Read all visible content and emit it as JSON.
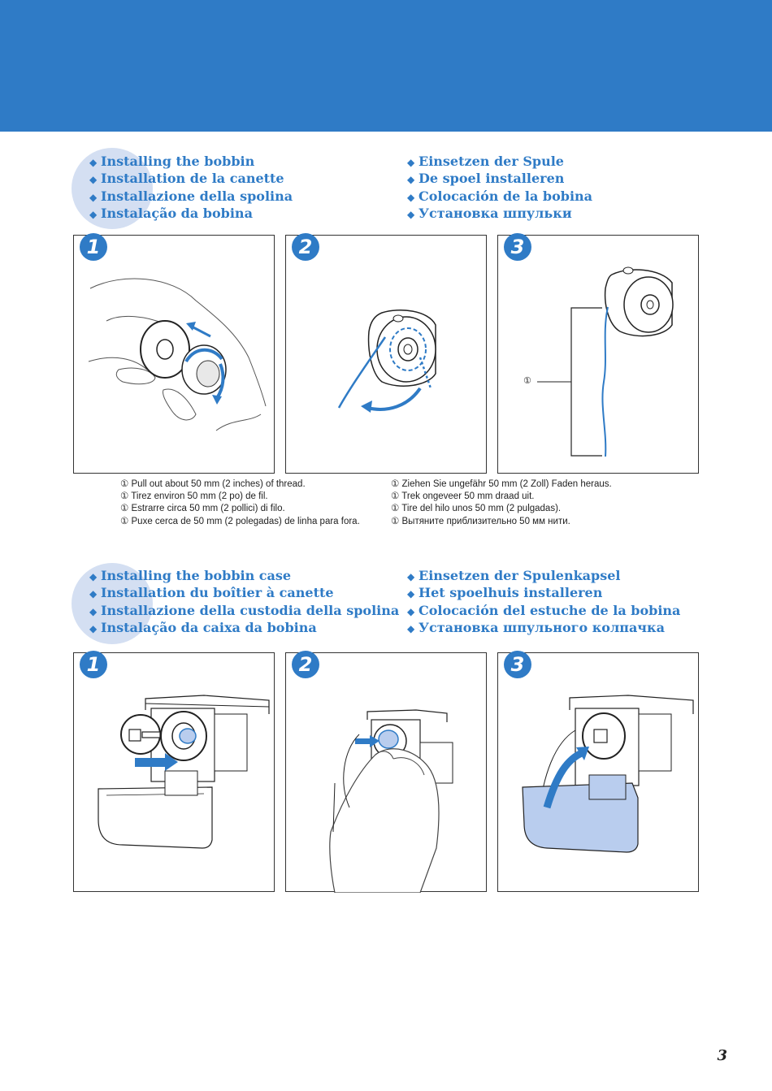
{
  "colors": {
    "accent": "#2f7bc6",
    "accent_light": "#d4dff2",
    "fill_light": "#b9cdee"
  },
  "bullet_glyph": "◆",
  "section1": {
    "headings_left": [
      "Installing the bobbin",
      "Installation de la canette",
      "Installazione della spolina",
      "Instalação da bobina"
    ],
    "headings_right": [
      "Einsetzen der Spule",
      "De spoel installeren",
      "Colocación de la bobina",
      "Установка шпульки"
    ],
    "steps": [
      "1",
      "2",
      "3"
    ],
    "callout_marker": "①",
    "captions_left": [
      "① Pull out about 50 mm (2 inches) of thread.",
      "① Tirez environ 50 mm (2 po) de fil.",
      "① Estrarre circa 50 mm (2 pollici) di filo.",
      "① Puxe cerca de 50 mm (2 polegadas) de linha para fora."
    ],
    "captions_right": [
      "① Ziehen Sie ungefähr 50 mm (2 Zoll) Faden heraus.",
      "① Trek ongeveer 50 mm draad uit.",
      "① Tire del hilo unos 50 mm (2 pulgadas).",
      "① Вытяните приблизительно 50 мм нити."
    ]
  },
  "section2": {
    "headings_left": [
      "Installing the bobbin case",
      "Installation du boîtier à canette",
      "Installazione della custodia della spolina",
      "Instalação da caixa da bobina"
    ],
    "headings_right": [
      "Einsetzen der Spulenkapsel",
      "Het spoelhuis installeren",
      "Colocación del estuche de la bobina",
      "Установка шпульного колпачка"
    ],
    "steps": [
      "1",
      "2",
      "3"
    ]
  },
  "page_number": "3"
}
